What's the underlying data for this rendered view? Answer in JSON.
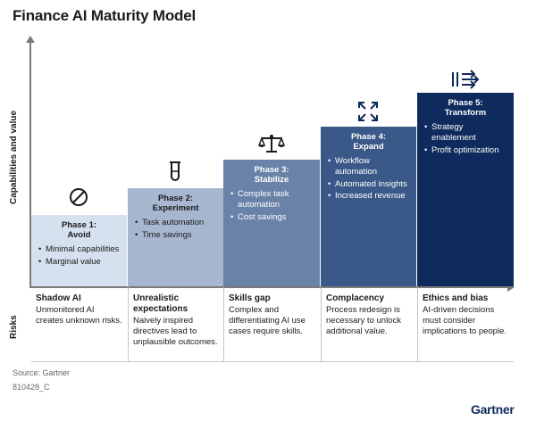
{
  "title": "Finance AI Maturity Model",
  "y_axis_label": "Capabilities and value",
  "risks_label": "Risks",
  "phases": [
    {
      "title": "Phase 1:\nAvoid",
      "bullets": [
        "Minimal capabilities",
        "Marginal value"
      ],
      "icon": "prohibited-icon",
      "color": "#d5e1ee"
    },
    {
      "title": "Phase 2:\nExperiment",
      "bullets": [
        "Task automation",
        "Time savings"
      ],
      "icon": "test-tube-icon",
      "color": "#a6b7cf"
    },
    {
      "title": "Phase 3:\nStabilize",
      "bullets": [
        "Complex task automation",
        "Cost savings"
      ],
      "icon": "balance-scale-icon",
      "color": "#6a82a8"
    },
    {
      "title": "Phase 4:\nExpand",
      "bullets": [
        "Workflow automation",
        "Automated insights",
        "Increased revenue"
      ],
      "icon": "expand-arrows-icon",
      "color": "#3a5888"
    },
    {
      "title": "Phase 5:\nTransform",
      "bullets": [
        "Strategy enablement",
        "Profit optimization"
      ],
      "icon": "transform-arrows-icon",
      "color": "#0f2a5c"
    }
  ],
  "risks": [
    {
      "title": "Shadow AI",
      "text": "Unmonitored AI creates unknown risks."
    },
    {
      "title": "Unrealistic expectations",
      "text": "Naively inspired directives lead to unplausible outcomes."
    },
    {
      "title": "Skills gap",
      "text": "Complex and differentiating AI use cases require skills."
    },
    {
      "title": "Complacency",
      "text": "Process redesign is necessary to unlock additional value."
    },
    {
      "title": "Ethics and bias",
      "text": "AI-driven decisions must consider implications to people."
    }
  ],
  "source": "Source: Gartner",
  "code": "810428_C",
  "brand": "Gartner"
}
